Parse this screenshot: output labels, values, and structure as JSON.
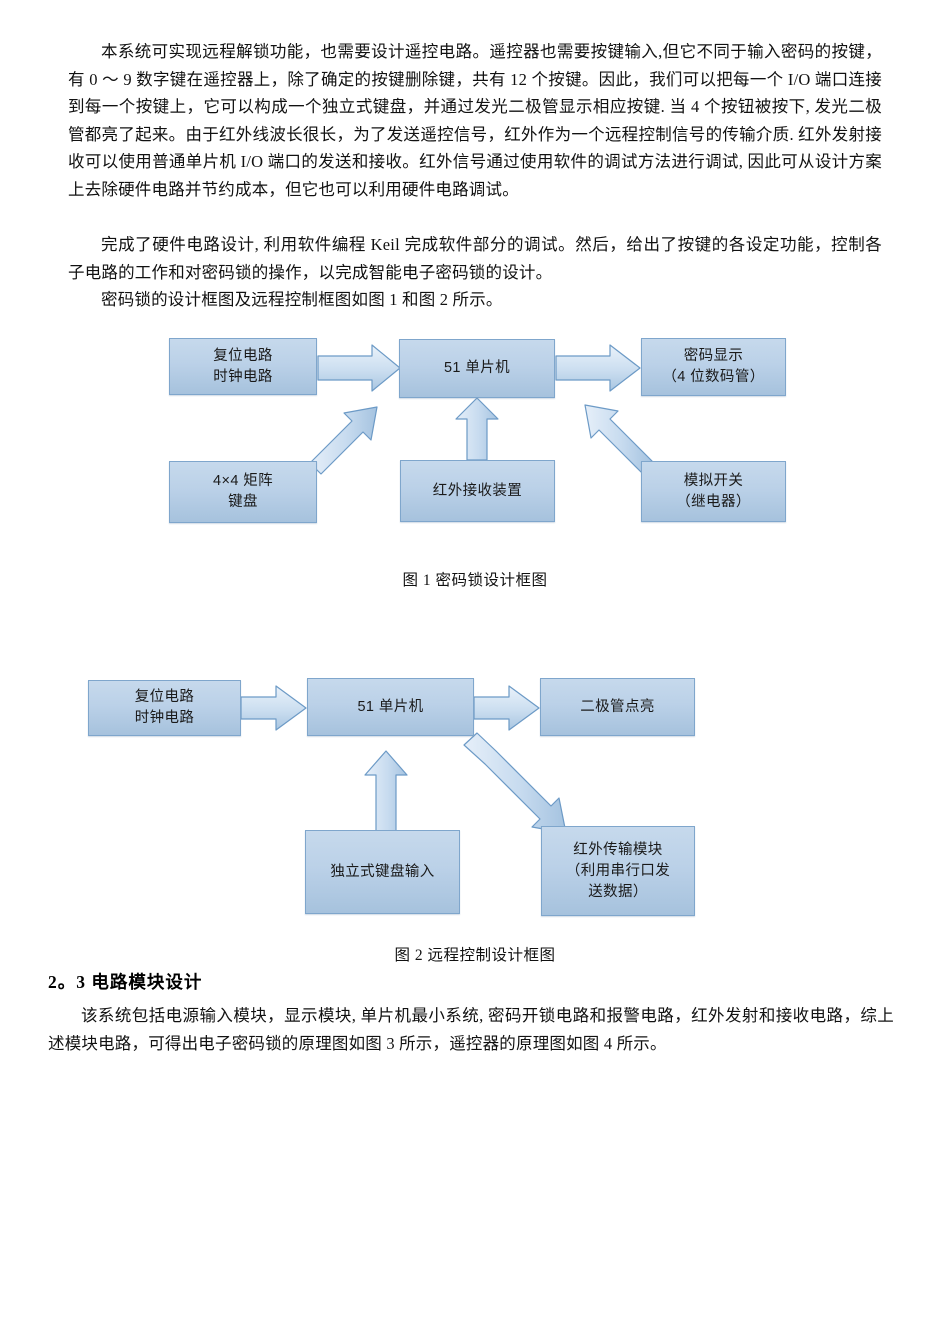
{
  "document": {
    "paragraphs": [
      "本系统可实现远程解锁功能，也需要设计遥控电路。遥控器也需要按键输入,但它不同于输入密码的按键，有 0 ～ 9 数字键在遥控器上，除了确定的按键删除键，共有 12 个按键。因此，我们可以把每一个 I/O 端口连接到每一个按键上，它可以构成一个独立式键盘，并通过发光二极管显示相应按键. 当 4 个按钮被按下, 发光二极管都亮了起来。由于红外线波长很长，为了发送遥控信号，红外作为一个远程控制信号的传输介质. 红外发射接收可以使用普通单片机 I/O 端口的发送和接收。红外信号通过使用软件的调试方法进行调试, 因此可从设计方案上去除硬件电路并节约成本，但它也可以利用硬件电路调试。",
      "完成了硬件电路设计, 利用软件编程 Keil 完成软件部分的调试。然后，给出了按键的各设定功能，控制各子电路的工作和对密码锁的操作，以完成智能电子密码锁的设计。",
      "密码锁的设计框图及远程控制框图如图 1 和图 2 所示。"
    ],
    "section": {
      "heading": "2。3 电路模块设计",
      "paragraph": "该系统包括电源输入模块，显示模块, 单片机最小系统, 密码开锁电路和报警电路，红外发射和接收电路，综上述模块电路，可得出电子密码锁的原理图如图 3 所示，遥控器的原理图如图 4 所示。"
    }
  },
  "figure1": {
    "caption": "图 1    密码锁设计框图",
    "nodes": {
      "reset_clock": "复位电路\n时钟电路",
      "mcu": "51 单片机",
      "display": "密码显示\n（4 位数码管）",
      "keypad": "4×4 矩阵\n键盘",
      "ir_receiver": "红外接收装置",
      "analog_switch": "模拟开关\n（继电器）"
    },
    "edges": [
      {
        "from": "reset_clock",
        "to": "mcu",
        "style": "straight-right"
      },
      {
        "from": "mcu",
        "to": "display",
        "style": "straight-right"
      },
      {
        "from": "keypad",
        "to": "mcu",
        "style": "diagonal-up-right"
      },
      {
        "from": "ir_receiver",
        "to": "mcu",
        "style": "straight-up"
      },
      {
        "from": "analog_switch",
        "to": "mcu",
        "style": "diagonal-up-left"
      }
    ]
  },
  "figure2": {
    "caption": "图 2    远程控制设计框图",
    "nodes": {
      "reset_clock": "复位电路\n时钟电路",
      "mcu": "51 单片机",
      "led_on": "二极管点亮",
      "keyboard_input": "独立式键盘输入",
      "ir_transmit": "红外传输模块\n（利用串行口发\n送数据）"
    },
    "edges": [
      {
        "from": "reset_clock",
        "to": "mcu",
        "style": "straight-right"
      },
      {
        "from": "mcu",
        "to": "led_on",
        "style": "straight-right"
      },
      {
        "from": "keyboard_input",
        "to": "mcu",
        "style": "straight-up"
      },
      {
        "from": "mcu",
        "to": "ir_transmit",
        "style": "diagonal-down-right"
      }
    ]
  },
  "colors": {
    "node_fill_top": "#C6D9EC",
    "node_fill_bottom": "#A6C2DD",
    "node_border": "#7FA6CC",
    "arrow_fill": "#BDD3E9",
    "arrow_border": "#6C9AC6",
    "page_background": "#FFFFFF",
    "text": "#111111"
  }
}
